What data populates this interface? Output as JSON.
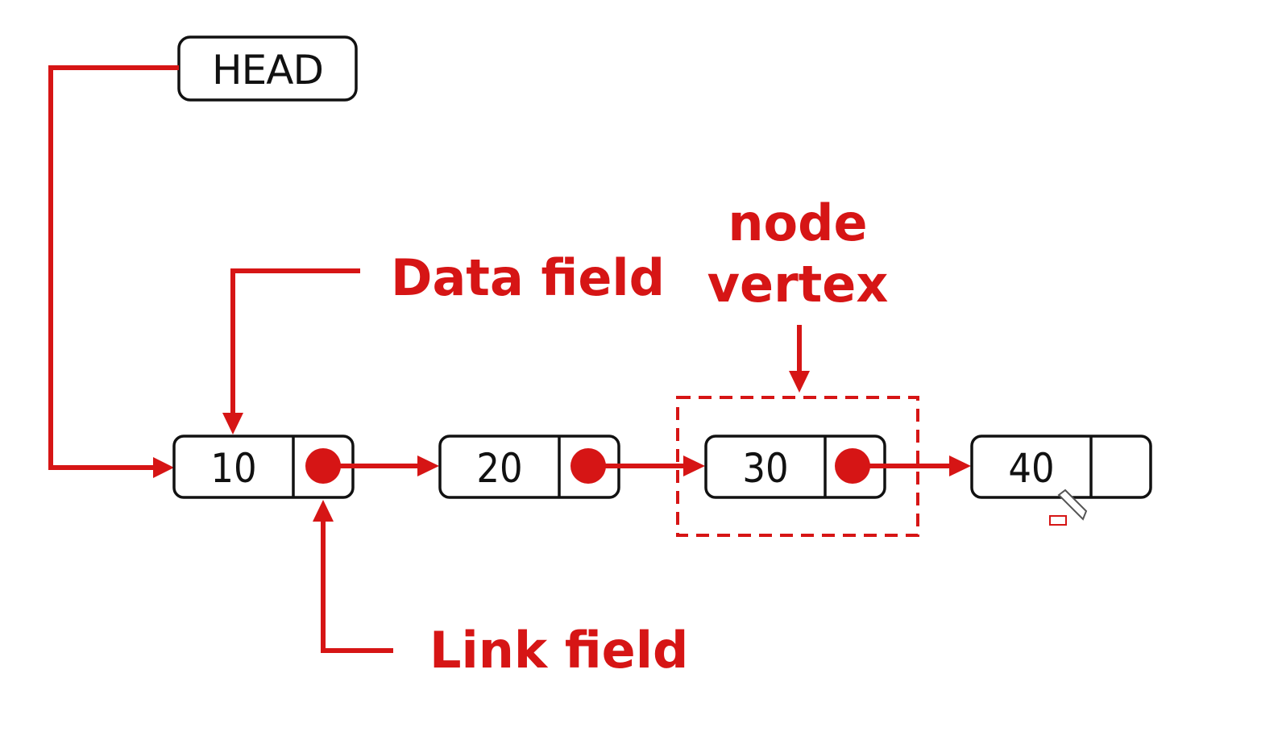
{
  "head_label": "HEAD",
  "nodes": [
    {
      "value": "10",
      "has_link": true
    },
    {
      "value": "20",
      "has_link": true
    },
    {
      "value": "30",
      "has_link": true
    },
    {
      "value": "40",
      "has_link": false
    }
  ],
  "labels": {
    "data_field": "Data field",
    "link_field": "Link field",
    "node_line1": "node",
    "node_line2": "vertex"
  },
  "colors": {
    "accent": "#d61515",
    "outline": "#111111",
    "background": "#ffffff"
  }
}
